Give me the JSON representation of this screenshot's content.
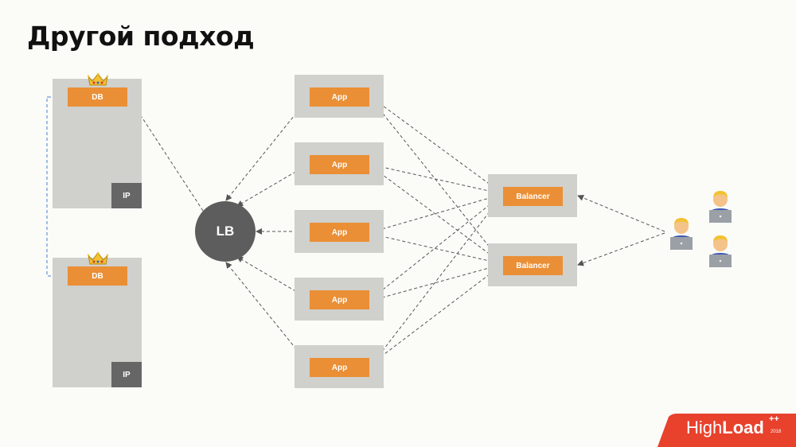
{
  "title": "Другой подход",
  "db_nodes": [
    {
      "db_label": "DB",
      "ip_label": "IP"
    },
    {
      "db_label": "DB",
      "ip_label": "IP"
    }
  ],
  "lb_label": "LB",
  "apps": [
    "App",
    "App",
    "App",
    "App",
    "App"
  ],
  "balancers": [
    "Balancer",
    "Balancer"
  ],
  "logo": {
    "brand_light": "High",
    "brand_bold": "Load",
    "sup": "++",
    "year": "2018"
  },
  "colors": {
    "orange": "#ea8f35",
    "panel": "#d0d0cc",
    "lb": "#5d5d5d",
    "ip": "#666666",
    "accent_red": "#e8412c",
    "replication": "#4a7fd4"
  },
  "icons": [
    "crown-icon",
    "person-laptop-icon"
  ]
}
